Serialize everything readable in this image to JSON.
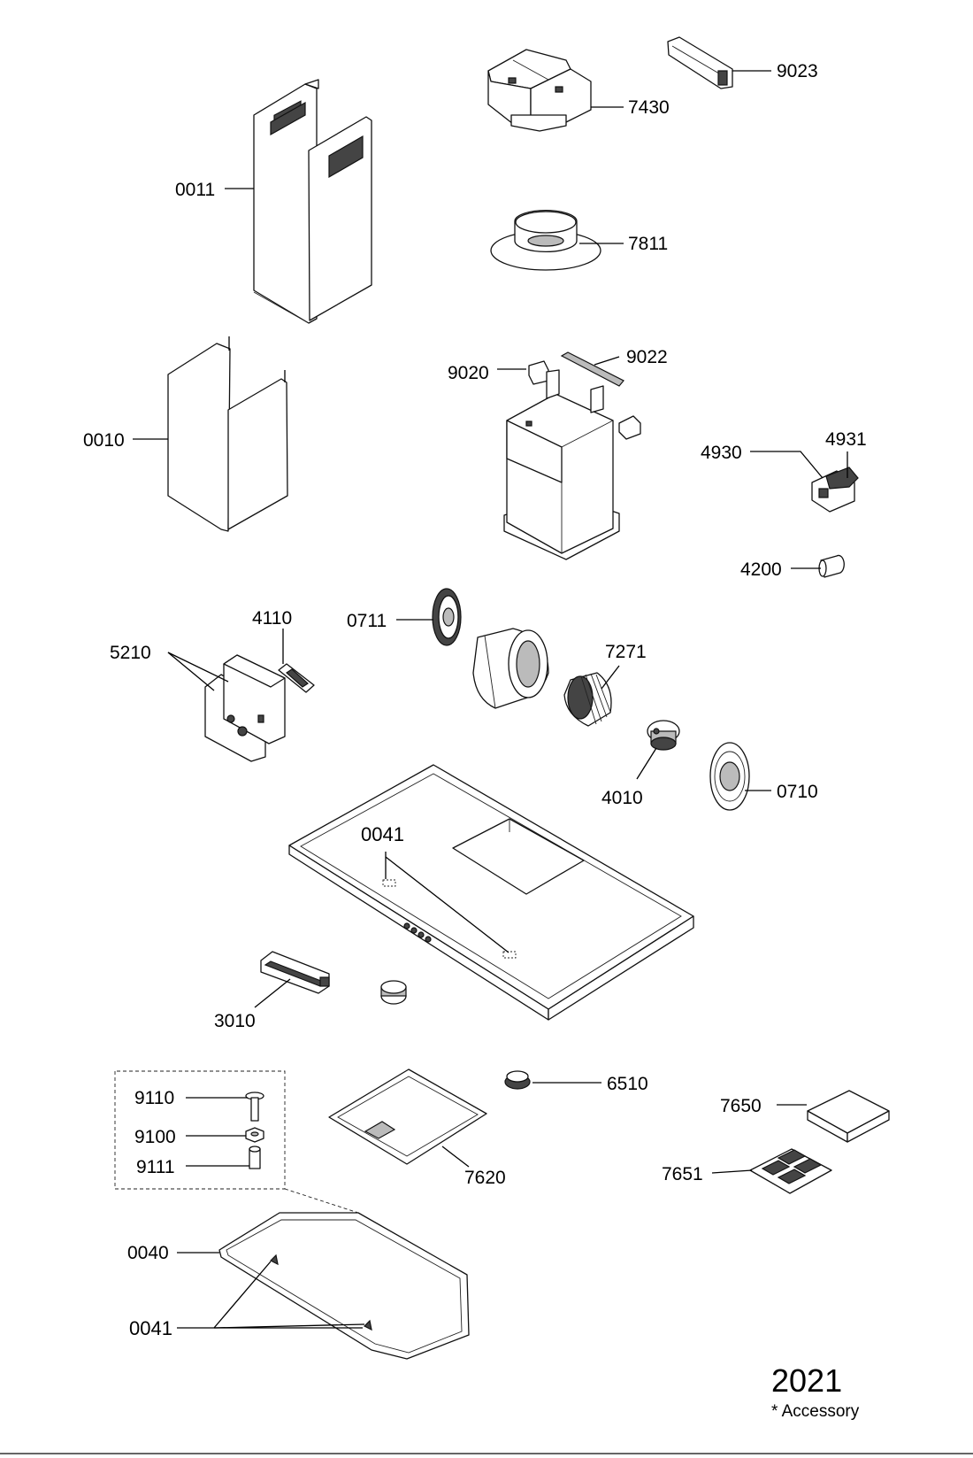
{
  "part_labels": {
    "p9023": "9023",
    "p7430": "7430",
    "p0011": "0011",
    "p7811": "7811",
    "p9022": "9022",
    "p9020": "9020",
    "p0010": "0010",
    "p4930": "4930",
    "p4931": "4931",
    "p4200": "4200",
    "p4110": "4110",
    "p0711": "0711",
    "p5210": "5210",
    "p7271": "7271",
    "p4010": "4010",
    "p0710": "0710",
    "p0041_top": "0041",
    "p3010": "3010",
    "p9110": "9110",
    "p6510": "6510",
    "p7650": "7650",
    "p9100": "9100",
    "p9111": "9111",
    "p7620": "7620",
    "p7651": "7651",
    "p0040": "0040",
    "p0041_bottom": "0041"
  },
  "year": "2021",
  "accessory_note": "* Accessory"
}
